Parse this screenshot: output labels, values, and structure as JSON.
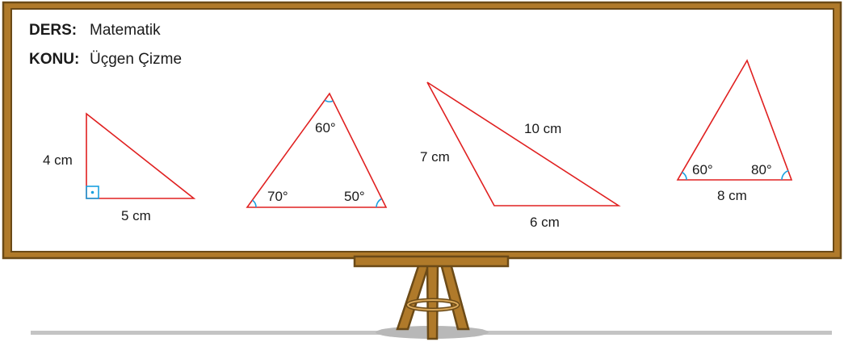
{
  "header": {
    "ders_label": "DERS:",
    "ders_value": "Matematik",
    "konu_label": "KONU:",
    "konu_value": "Üçgen Çizme"
  },
  "triangles": [
    {
      "side_vertical": "4 cm",
      "side_base": "5 cm"
    },
    {
      "angle_top": "60°",
      "angle_left": "70°",
      "angle_right": "50°"
    },
    {
      "side_left": "7 cm",
      "side_top": "10 cm",
      "side_base": "6 cm"
    },
    {
      "angle_left": "60°",
      "angle_right": "80°",
      "side_base": "8 cm"
    }
  ],
  "colors": {
    "frame": "#B07A2A",
    "frame_dark": "#6B4A17",
    "triangle_stroke": "#E02020",
    "angle_arc": "#1AA0E0",
    "floor_line": "#BFBFBF"
  }
}
